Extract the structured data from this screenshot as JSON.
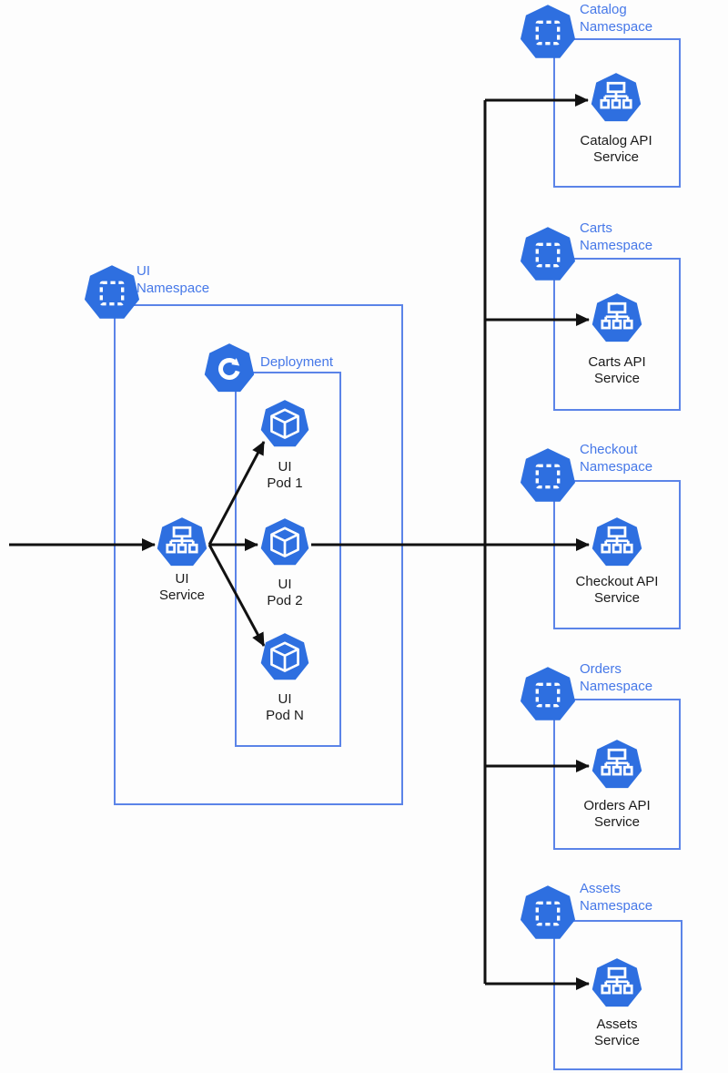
{
  "colors": {
    "background": "#FDFDFD",
    "icon_blue": "#2E6FE0",
    "box_border_blue": "#5B84E8",
    "namespace_label_blue": "#4678E8",
    "caption_text": "#1B1B1B",
    "connector_black": "#111111",
    "icon_glyph_white": "#FFFFFF"
  },
  "ui_namespace": {
    "label_line1": "UI",
    "label_line2": "Namespace",
    "deployment": {
      "label": "Deployment"
    },
    "service": {
      "caption_line1": "UI",
      "caption_line2": "Service"
    },
    "pods": [
      {
        "caption_line1": "UI",
        "caption_line2": "Pod 1"
      },
      {
        "caption_line1": "UI",
        "caption_line2": "Pod 2"
      },
      {
        "caption_line1": "UI",
        "caption_line2": "Pod N"
      }
    ]
  },
  "namespaces": [
    {
      "label_line1": "Catalog",
      "label_line2": "Namespace",
      "service_caption_line1": "Catalog API",
      "service_caption_line2": "Service"
    },
    {
      "label_line1": "Carts",
      "label_line2": "Namespace",
      "service_caption_line1": "Carts API",
      "service_caption_line2": "Service"
    },
    {
      "label_line1": "Checkout",
      "label_line2": "Namespace",
      "service_caption_line1": "Checkout API",
      "service_caption_line2": "Service"
    },
    {
      "label_line1": "Orders",
      "label_line2": "Namespace",
      "service_caption_line1": "Orders API",
      "service_caption_line2": "Service"
    },
    {
      "label_line1": "Assets",
      "label_line2": "Namespace",
      "service_caption_line1": "Assets",
      "service_caption_line2": "Service"
    }
  ]
}
